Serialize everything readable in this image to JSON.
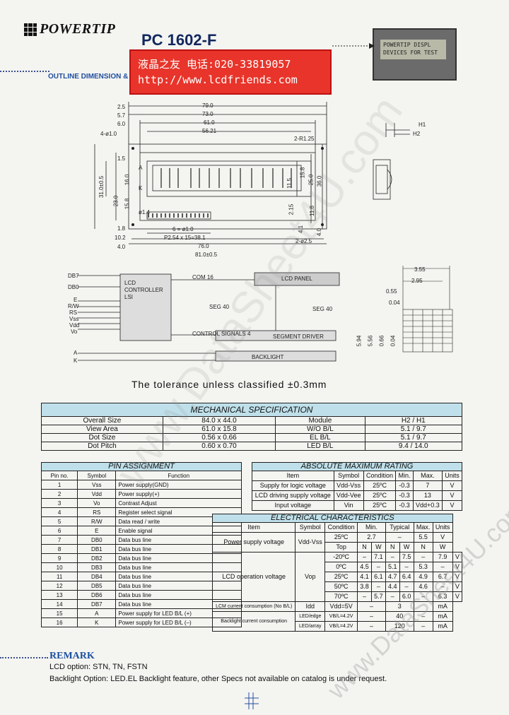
{
  "header": {
    "brand": "POWERTIP",
    "model": "PC 1602-F",
    "section_title": "OUTLINE DIMENSION & BLOCK DIAGRAM",
    "stamp_line1": "液晶之友 电话:020-33819057",
    "stamp_line2": "http://www.lcdfriends.com",
    "lcd_line1": "POWERTIP DISPL",
    "lcd_line2": "DEVICES FOR TEST"
  },
  "drawing": {
    "top_dims": [
      "2.5",
      "5.7",
      "6.0",
      "79.0",
      "73.0",
      "61.0",
      "56.21"
    ],
    "left_dims": [
      "4-ø1.0",
      "1.5",
      "A",
      "K",
      "16.0",
      "15.8",
      "23.0",
      "31.0±0.5"
    ],
    "right_dims": [
      "2-R1.25",
      "11.5",
      "15.8",
      "25.0",
      "36.0",
      "2.15",
      "4.1",
      "11.6",
      "4.0"
    ],
    "bottom_dims": [
      "ø1.4",
      "1.8",
      "6 = ø1.0",
      "10.2",
      "P2.54 x 15=38.1",
      "4.0",
      "76.0",
      "81.0±0.5",
      "2-ø2.5"
    ],
    "side_labels": [
      "H1",
      "H2"
    ],
    "block": {
      "inputs": [
        "DB7",
        "DB0",
        "E",
        "R/W",
        "RS",
        "Vss",
        "Vdd",
        "Vo",
        "A",
        "K"
      ],
      "controller": "LCD CONTROLLER LSI",
      "com": "COM 16",
      "seg": "SEG 40",
      "seg2": "SEG 40",
      "panel": "LCD PANEL",
      "control": "CONTROL SIGNALS 4",
      "segment_driver": "SEGMENT DRIVER",
      "backlight": "BACKLIGHT"
    },
    "dot_dims": [
      "3.55",
      "2.95",
      "0.55",
      "0.04",
      "5.94",
      "5.56",
      "0.66",
      "0.04"
    ]
  },
  "tolerance": "The tolerance unless classified ±0.3mm",
  "mechanical": {
    "title": "MECHANICAL SPECIFICATION",
    "rows": [
      [
        "Overall Size",
        "84.0 x 44.0",
        "Module",
        "H2 / H1"
      ],
      [
        "View Area",
        "61.0 x 15.8",
        "W/O B/L",
        "5.1 / 9.7"
      ],
      [
        "Dot Size",
        "0.56 x 0.66",
        "EL B/L",
        "5.1 / 9.7"
      ],
      [
        "Dot Pitch",
        "0.60 x 0.70",
        "LED B/L",
        "9.4 / 14.0"
      ]
    ]
  },
  "pins": {
    "title": "PIN ASSIGNMENT",
    "headers": [
      "Pin no.",
      "Symbol",
      "Function"
    ],
    "rows": [
      [
        "1",
        "Vss",
        "Power supply(GND)"
      ],
      [
        "2",
        "Vdd",
        "Power supply(+)"
      ],
      [
        "3",
        "Vo",
        "Contrast Adjust"
      ],
      [
        "4",
        "RS",
        "Register select signal"
      ],
      [
        "5",
        "R/W",
        "Data read / write"
      ],
      [
        "6",
        "E",
        "Enable signal"
      ],
      [
        "7",
        "DB0",
        "Data bus line"
      ],
      [
        "8",
        "DB1",
        "Data bus line"
      ],
      [
        "9",
        "DB2",
        "Data bus line"
      ],
      [
        "10",
        "DB3",
        "Data bus line"
      ],
      [
        "11",
        "DB4",
        "Data bus line"
      ],
      [
        "12",
        "DB5",
        "Data bus line"
      ],
      [
        "13",
        "DB6",
        "Data bus line"
      ],
      [
        "14",
        "DB7",
        "Data bus line"
      ],
      [
        "15",
        "A",
        "Power supply for LED B/L (+)"
      ],
      [
        "16",
        "K",
        "Power supply for LED B/L (–)"
      ]
    ]
  },
  "abs_max": {
    "title": "ABSOLUTE MAXIMUM RATING",
    "headers": [
      "Item",
      "Symbol",
      "Condition",
      "Min.",
      "Max.",
      "Units"
    ],
    "rows": [
      [
        "Supply for logic voltage",
        "Vdd-Vss",
        "25ºC",
        "-0.3",
        "7",
        "V"
      ],
      [
        "LCD driving supply voltage",
        "Vdd-Vee",
        "25ºC",
        "-0.3",
        "13",
        "V"
      ],
      [
        "Input voltage",
        "Vin",
        "25ºC",
        "-0.3",
        "Vdd+0.3",
        "V"
      ]
    ]
  },
  "electrical": {
    "title": "ELECTRICAL CHARACTERISTICS",
    "headers": [
      "Item",
      "Symbol",
      "Condition",
      "Min.",
      "Typical",
      "Max.",
      "Units"
    ],
    "supply": [
      "Power supply voltage",
      "Vdd-Vss",
      "25ºC",
      "2.7",
      "–",
      "5.5",
      "V"
    ],
    "lcd_item": "LCD operation voltage",
    "lcd_symbol": "Vop",
    "sub_headers": [
      "Top",
      "N",
      "W",
      "N",
      "W",
      "N",
      "W"
    ],
    "lcd_rows": [
      [
        "-20ºC",
        "–",
        "7.1",
        "–",
        "7.5",
        "–",
        "7.9",
        "V"
      ],
      [
        "0ºC",
        "4.5",
        "–",
        "5.1",
        "–",
        "5.3",
        "–",
        "V"
      ],
      [
        "25ºC",
        "4.1",
        "6.1",
        "4.7",
        "6.4",
        "4.9",
        "6.7",
        "V"
      ],
      [
        "50ºC",
        "3.8",
        "–",
        "4.4",
        "–",
        "4.6",
        "–",
        "V"
      ],
      [
        "70ºC",
        "–",
        "5.7",
        "–",
        "6.0",
        "–",
        "6.3",
        "V"
      ]
    ],
    "lcm": [
      "LCM current consumption (No B/L)",
      "Idd",
      "Vdd=5V",
      "–",
      "3",
      "mA"
    ],
    "bl_item": "Backlight current consumption",
    "bl_rows": [
      [
        "LED/edge",
        "VB/L=4.2V",
        "–",
        "40",
        "–",
        "mA"
      ],
      [
        "LED/array",
        "VB/L=4.2V",
        "–",
        "120",
        "–",
        "mA"
      ]
    ]
  },
  "remark": {
    "title": "REMARK",
    "line1": "LCD option: STN, TN, FSTN",
    "line2": "Backlight Option:  LED.EL Backlight feature, other Specs not available on catalog is under request."
  },
  "watermark": {
    "main": "www.DataSheet4U.com",
    "side": "www.DataSheet4U.com"
  }
}
